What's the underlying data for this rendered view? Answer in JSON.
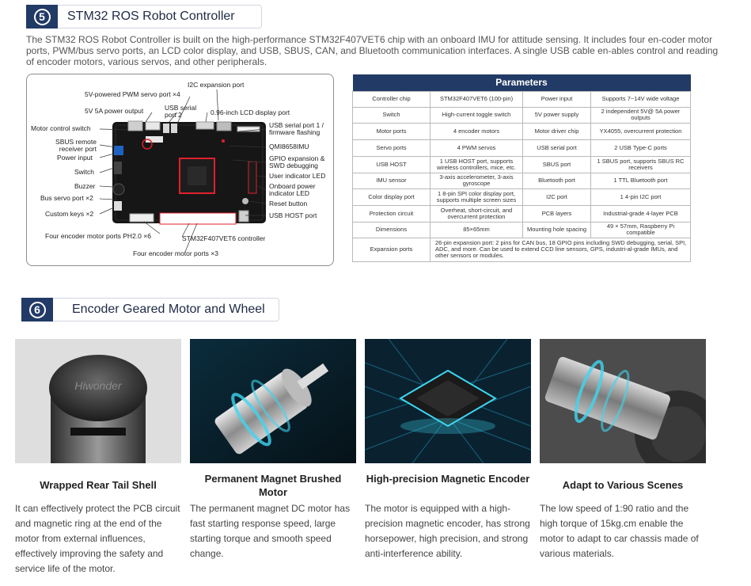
{
  "section5": {
    "number": "5",
    "title": "STM32 ROS Robot Controller",
    "intro": "The STM32 ROS Robot Controller is built on the high-performance STM32F407VET6 chip with an onboard IMU for attitude sensing. It includes four en-coder motor ports, PWM/bus servo ports, an LCD color display, and USB, SBUS, CAN, and Bluetooth communication interfaces. A single USB cable en-ables control and reading of encoder motors, various servos, and other peripherals."
  },
  "board_labels": {
    "i2c_exp": "I2C expansion port",
    "pwm_servo": "5V-powered PWM servo port ×4",
    "usb_serial2": "USB serial port 2",
    "power_out": "5V 5A power output",
    "lcd": "0.96-inch LCD display port",
    "motor_switch": "Motor control switch",
    "usb_serial1": "USB serial port 1 / firmware flashing",
    "sbus": "SBUS remote receiver port",
    "power_in": "Power input",
    "imu": "QMI8658IMU",
    "gpio": "GPIO expansion & SWD debugging",
    "switch": "Switch",
    "user_led": "User indicator LED",
    "buzzer": "Buzzer",
    "power_led": "Onboard power indicator LED",
    "bus_servo": "Bus servo port ×2",
    "reset": "Reset button",
    "custom_keys": "Custom keys ×2",
    "usb_host": "USB HOST port",
    "encoder_ph": "Four encoder motor ports PH2.0 ×6",
    "controller": "STM32F407VET6 controller",
    "encoder_x3": "Four encoder motor ports ×3"
  },
  "params": {
    "header": "Parameters",
    "rows": [
      [
        "Controller chip",
        "STM32F407VET6 (100-pin)",
        "Power input",
        "Supports 7~14V wide voltage"
      ],
      [
        "Switch",
        "High-current toggle switch",
        "5V power supply",
        "2 independent 5V@ 5A power outputs"
      ],
      [
        "Motor ports",
        "4 encoder motors",
        "Motor driver chip",
        "YX4055, overcurrent protection"
      ],
      [
        "Servo ports",
        "4 PWM servos",
        "USB serial port",
        "2 USB Type-C ports"
      ],
      [
        "USB HOST",
        "1 USB HOST port, supports wireless controllers, mice, etc.",
        "SBUS port",
        "1 SBUS port, supports SBUS RC receivers"
      ],
      [
        "IMU sensor",
        "3-axis accelerometer, 3-axis gyroscope",
        "Bluetooth port",
        "1 TTL Bluetooth port"
      ],
      [
        "Color display port",
        "1 8-pin SPI color display port, supports multiple screen sizes",
        "I2C port",
        "1 4-pin I2C port"
      ],
      [
        "Protection circuit",
        "Overheat, short-circuit, and overcurrent protection",
        "PCB layers",
        "Industrial-grade 4-layer PCB"
      ],
      [
        "Dimensions",
        "85×65mm",
        "Mounting hole spacing",
        "49 × 57mm, Raspberry Pi compatible"
      ]
    ],
    "expansion_key": "Expansion ports",
    "expansion_value": "26-pin expansion port: 2 pins for CAN bus, 18 GPIO pins including SWD debugging, serial, SPI, ADC, and more. Can be used to extend CCD line sensors, GPS, industri-al-grade IMUs, and other sensors or modules."
  },
  "section6": {
    "number": "6",
    "title": "Encoder Geared Motor and Wheel",
    "cards": [
      {
        "title": "Wrapped Rear Tail Shell",
        "body": "It can effectively protect the PCB circuit and magnetic ring at the end of the motor from external influences, effectively improving the safety and service life of the motor.",
        "logo": "Hiwonder"
      },
      {
        "title": "Permanent Magnet Brushed Motor",
        "body": "The permanent magnet DC motor has fast starting response speed, large starting torque and smooth speed change."
      },
      {
        "title": "High-precision Magnetic Encoder",
        "body": "The motor is equipped with a high-precision magnetic encoder, has strong horsepower, high precision, and strong anti-interference ability."
      },
      {
        "title": "Adapt to Various Scenes",
        "body": "The low speed of 1:90 ratio and the high torque of 15kg.cm enable the motor to adapt to car chassis made of various materials."
      }
    ]
  },
  "colors": {
    "navy": "#223a66",
    "accent_red": "#e0202c",
    "cyan_glow": "#3fd6f0"
  }
}
